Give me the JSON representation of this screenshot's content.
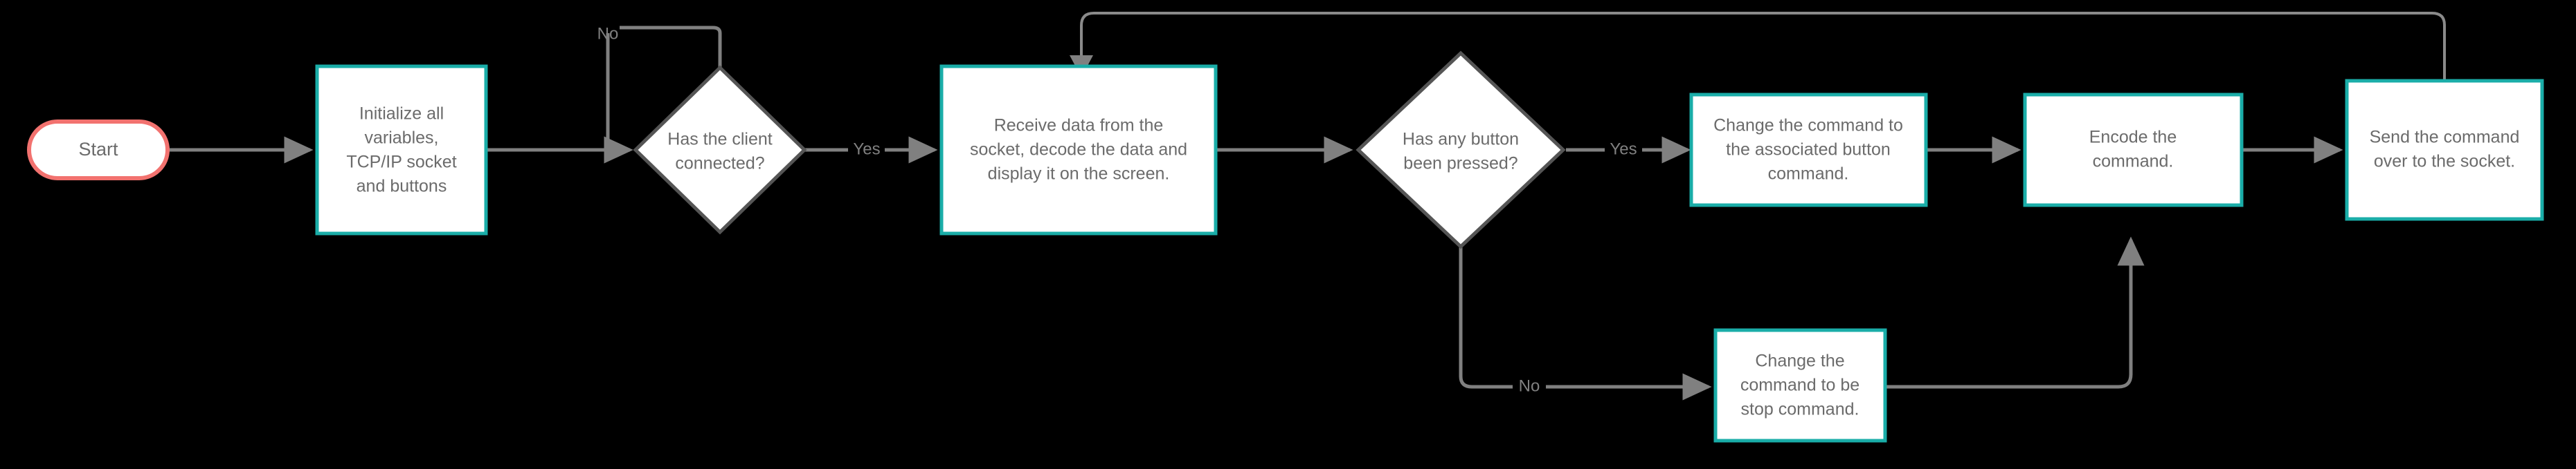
{
  "diagram": {
    "title": "TCP/IP client-server command flowchart",
    "background_color": "#000000",
    "accent_color": "#1aada8",
    "terminator_color": "#f2726f",
    "connector_color": "#808080",
    "decision_border_color": "#555555",
    "text_color": "#6b6b6b"
  },
  "nodes": {
    "start": {
      "label": "Start",
      "shape": "terminator"
    },
    "initialize": {
      "shape": "process",
      "lines": [
        "Initialize all",
        "variables,",
        "TCP/IP socket",
        "and buttons"
      ]
    },
    "client_connected": {
      "shape": "decision",
      "lines": [
        "Has the client",
        "connected?"
      ]
    },
    "receive_data": {
      "shape": "process",
      "lines": [
        "Receive data from the",
        "socket, decode the data and",
        "display it on the screen."
      ]
    },
    "button_pressed": {
      "shape": "decision",
      "lines": [
        "Has any button",
        "been pressed?"
      ]
    },
    "change_to_button_command": {
      "shape": "process",
      "lines": [
        "Change the command to",
        "the associated button",
        "command."
      ]
    },
    "change_to_stop_command": {
      "shape": "process",
      "lines": [
        "Change the",
        "command to be",
        "stop command."
      ]
    },
    "encode_command": {
      "shape": "process",
      "lines": [
        "Encode the",
        "command."
      ]
    },
    "send_command": {
      "shape": "process",
      "lines": [
        "Send the command",
        "over to the socket."
      ]
    }
  },
  "edge_labels": {
    "client_no": "No",
    "client_yes": "Yes",
    "button_yes": "Yes",
    "button_no": "No"
  }
}
